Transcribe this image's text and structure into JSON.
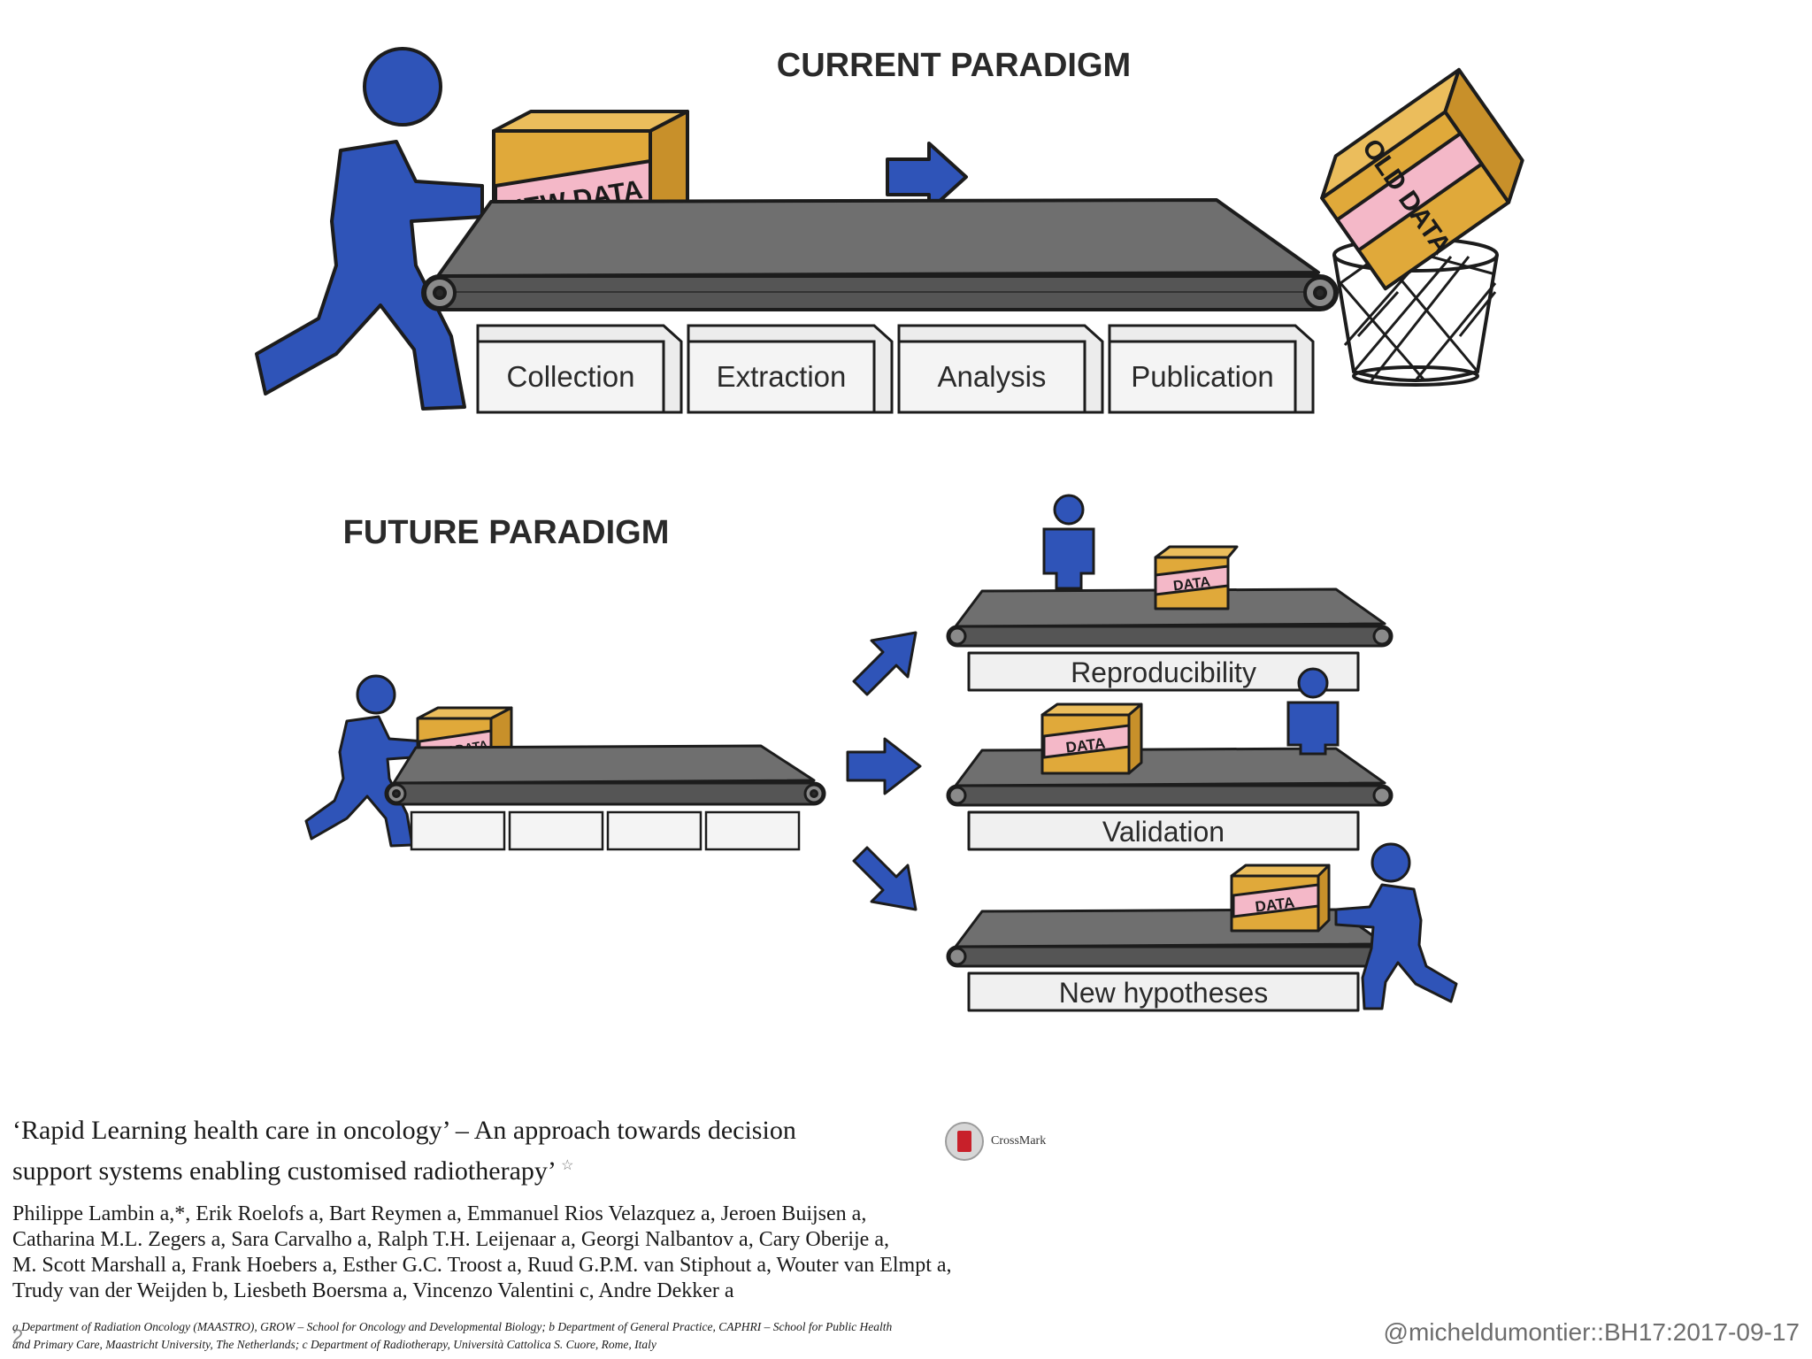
{
  "diagram": {
    "current": {
      "heading": "CURRENT PARADIGM",
      "new_box_label": "NEW DATA",
      "old_box_label": "OLD DATA",
      "stages": [
        "Collection",
        "Extraction",
        "Analysis",
        "Publication"
      ]
    },
    "future": {
      "heading": "FUTURE PARADIGM",
      "new_box_label": "NEW DATA",
      "data_label": "DATA",
      "outcomes": [
        "Reproducibility",
        "Validation",
        "New hypotheses"
      ]
    },
    "colors": {
      "figure_blue": "#2f54b8",
      "box_gold": "#e0a93a",
      "label_pink": "#f4b8c8",
      "belt_gray": "#6f6f6f",
      "stage_fill": "#ececec"
    }
  },
  "paper": {
    "title_line1": "‘Rapid Learning health care in oncology’ – An approach towards decision",
    "title_line2": "support systems enabling customised radiotherapy’",
    "title_mark": "☆",
    "crossmark_label": "CrossMark",
    "authors": [
      "Philippe Lambin a,*, Erik Roelofs a, Bart Reymen a, Emmanuel Rios Velazquez a, Jeroen Buijsen a,",
      "Catharina M.L. Zegers a, Sara Carvalho a, Ralph T.H. Leijenaar a, Georgi Nalbantov a, Cary Oberije a,",
      "M. Scott Marshall a, Frank Hoebers a, Esther G.C. Troost a, Ruud G.P.M. van Stiphout a, Wouter van Elmpt a,",
      "Trudy van der Weijden b, Liesbeth Boersma a, Vincenzo Valentini c, Andre Dekker a"
    ],
    "affiliations": [
      "a Department of Radiation Oncology (MAASTRO), GROW – School for Oncology and Developmental Biology; b Department of General Practice, CAPHRI – School for Public Health",
      "and Primary Care, Maastricht University, The Netherlands; c Department of Radiotherapy, Università Cattolica S. Cuore, Rome, Italy"
    ]
  },
  "footer": {
    "page_number": "2",
    "handle": "@micheldumontier::BH17:2017-09-17"
  }
}
